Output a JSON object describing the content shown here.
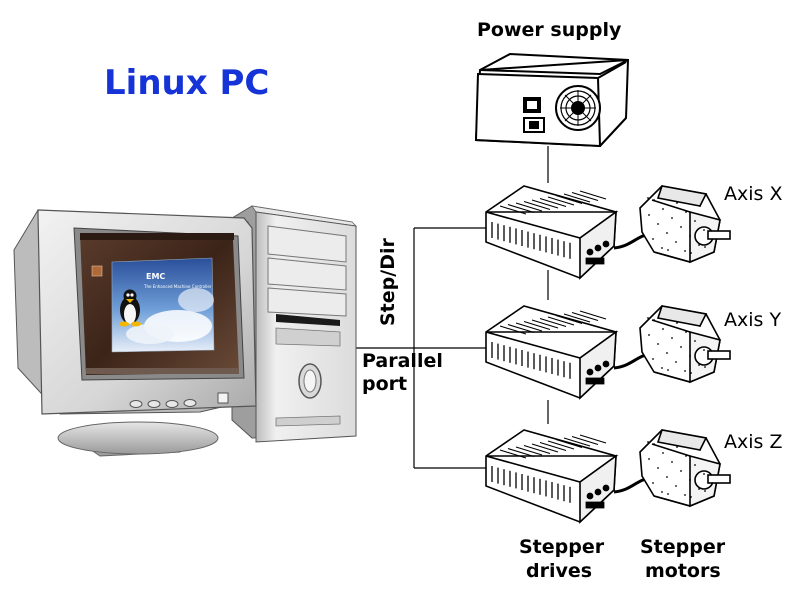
{
  "title": "Linux PC",
  "colors": {
    "title": "#1533d6",
    "wire": "#000000"
  },
  "power_supply": {
    "label": "Power supply"
  },
  "bus": {
    "label": "Step/Dir"
  },
  "port": {
    "line1": "Parallel",
    "line2": "port"
  },
  "screen": {
    "app_name": "EMC",
    "app_subtitle": "The Enhanced Machine Controller"
  },
  "axes": [
    {
      "label": "Axis X"
    },
    {
      "label": "Axis Y"
    },
    {
      "label": "Axis Z"
    }
  ],
  "drives_label": {
    "line1": "Stepper",
    "line2": "drives"
  },
  "motors_label": {
    "line1": "Stepper",
    "line2": "motors"
  },
  "icons": [
    "computer-monitor-icon",
    "pc-tower-icon",
    "power-supply-icon",
    "stepper-drive-icon",
    "stepper-motor-icon",
    "tux-penguin-icon"
  ]
}
